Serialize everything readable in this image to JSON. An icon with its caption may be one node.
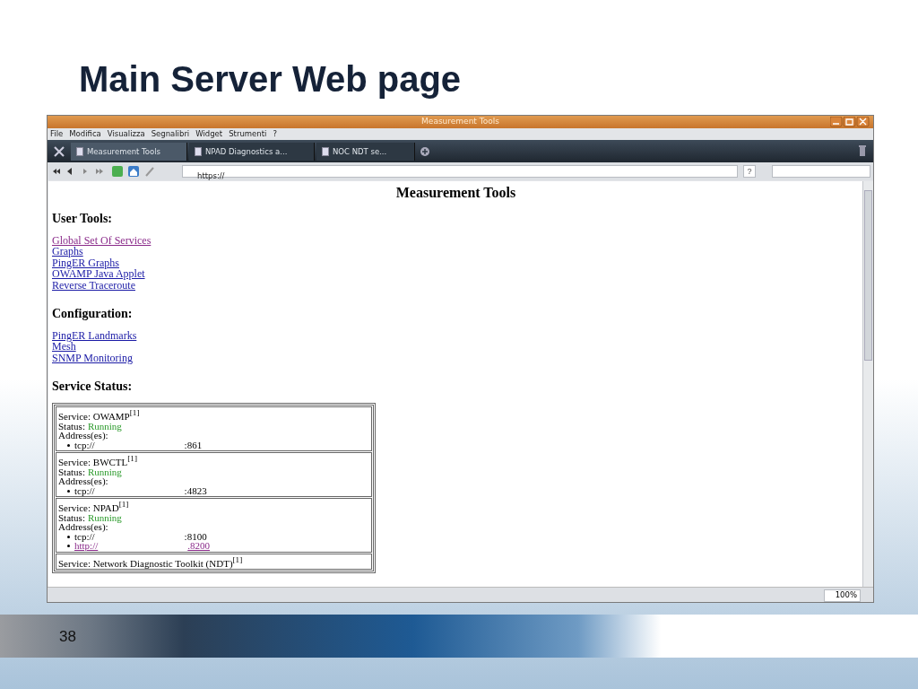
{
  "diagram": {
    "title": "Main Server Web page",
    "labels": [
      "Measurement Tools",
      "File",
      "Modifica",
      "Visualizza",
      "Segnalibri",
      "Widget",
      "Strumenti",
      "?",
      "Measurement Tools",
      "NPAD Diagnostics a...",
      "NOC NDT se...",
      "https://",
      "?",
      "Measurement Tools",
      "User Tools:",
      "Global Set Of Services",
      "Graphs",
      "PingER Graphs",
      "OWAMP Java Applet",
      "Reverse Traceroute",
      "Configuration:",
      "PingER Landmarks",
      "Mesh",
      "SNMP Monitoring",
      "Service Status:",
      "Service: OWAMP$^{[1]}$",
      "Status:",
      "Running",
      "Address(es):",
      "tcp://",
      ":861",
      "Service: BWCTL$^{[1]}$",
      "Status:",
      "Running",
      "Address(es):",
      "tcp://",
      ":4823",
      "Service: NPAD$^{[1]}$",
      "Status:",
      "Running",
      "Address(es):",
      "tcp://",
      ":8100",
      "http://",
      ".8200",
      "Service: Network Diagnostic Toolkit (NDT)$^{[1]}$",
      "100%",
      "38"
    ]
  }
}
